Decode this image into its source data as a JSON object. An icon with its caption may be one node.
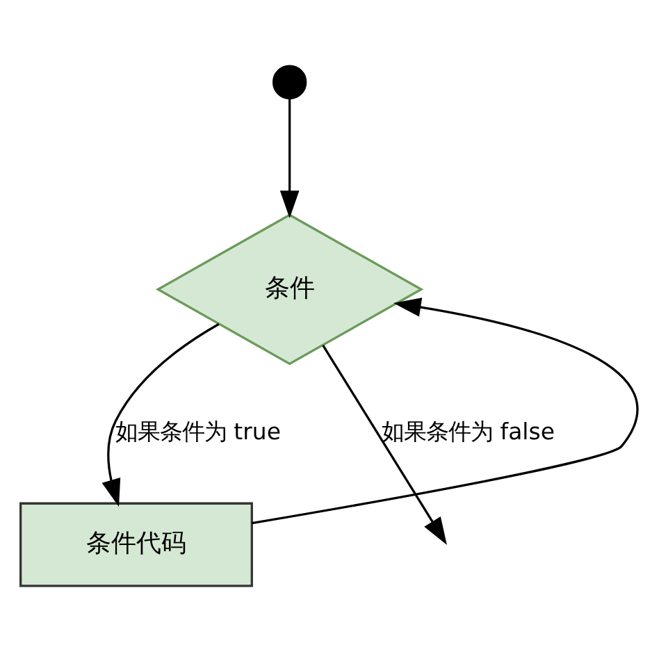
{
  "diagram": {
    "nodes": [
      {
        "text": [],
        "shape": "circle"
      },
      {
        "text": [
          "条件"
        ]
      },
      {
        "text": [
          "条件代码"
        ]
      }
    ],
    "edges": [
      {
        "from": 0,
        "to": 1,
        "arrow": "to"
      },
      {
        "from": 1,
        "to": 2,
        "arrow": "to",
        "label": "如果条件为 true"
      },
      {
        "from": 2,
        "to": 1,
        "arrow": "to"
      },
      {
        "from": 1,
        "to": null,
        "arrow": "to",
        "label": "如果条件为 false"
      }
    ]
  }
}
